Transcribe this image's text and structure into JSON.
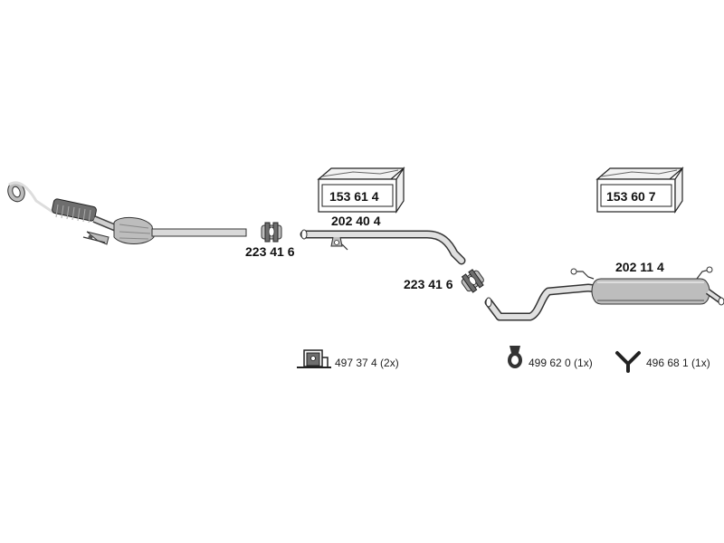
{
  "parts": {
    "front_pipe_cat": {
      "icon": "front-pipe-catalytic-converter-icon"
    },
    "clamp_front": {
      "number": "223 41 6",
      "icon": "pipe-clamp-icon"
    },
    "middle_pipe": {
      "number": "202 40 4",
      "icon": "middle-pipe-icon"
    },
    "clamp_rear": {
      "number": "223 41 6",
      "icon": "pipe-clamp-icon"
    },
    "rear_silencer": {
      "number": "202 11 4",
      "icon": "rear-silencer-icon"
    }
  },
  "kits": {
    "kit_left": {
      "number": "153 61 4",
      "icon": "parts-box-icon"
    },
    "kit_right": {
      "number": "153 60 7",
      "icon": "parts-box-icon"
    }
  },
  "accessories": {
    "mount_bracket": {
      "label": "497 37 4 (2x)",
      "icon": "mounting-bracket-icon"
    },
    "rubber_ring": {
      "label": "499 62 0 (1x)",
      "icon": "rubber-mount-icon"
    },
    "hanger": {
      "label": "496 68 1 (1x)",
      "icon": "y-hanger-icon"
    }
  }
}
